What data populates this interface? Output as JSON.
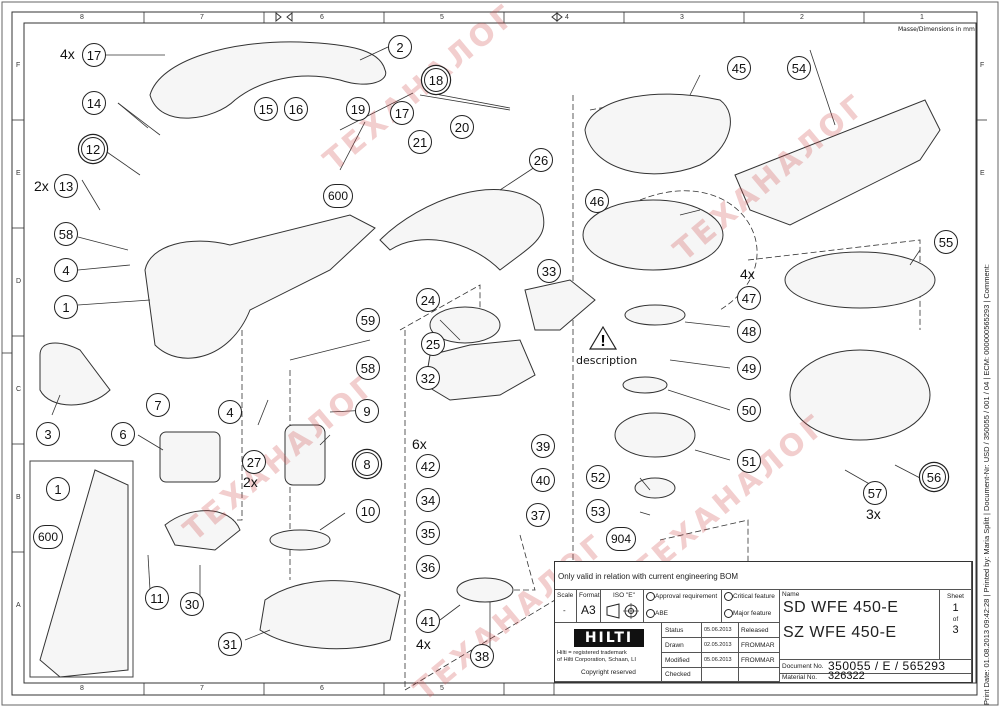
{
  "drawing": {
    "dimension_note": "Masse/Dimensions in mm",
    "column_zones": [
      "8",
      "7",
      "6",
      "5",
      "4",
      "3",
      "2",
      "1"
    ],
    "row_zones": [
      "F",
      "E",
      "D",
      "C",
      "B",
      "A"
    ],
    "warning_label": "description",
    "watermark_text": "ТЕХАНАЛОГ",
    "callouts": [
      {
        "id": "17",
        "multiplier": "4x"
      },
      {
        "id": "2"
      },
      {
        "id": "18",
        "double": true
      },
      {
        "id": "14"
      },
      {
        "id": "15"
      },
      {
        "id": "16"
      },
      {
        "id": "19"
      },
      {
        "id": "17b",
        "label": "17"
      },
      {
        "id": "21"
      },
      {
        "id": "20"
      },
      {
        "id": "12",
        "double": true
      },
      {
        "id": "13",
        "multiplier": "2x"
      },
      {
        "id": "600"
      },
      {
        "id": "26"
      },
      {
        "id": "58"
      },
      {
        "id": "4"
      },
      {
        "id": "1"
      },
      {
        "id": "24"
      },
      {
        "id": "33"
      },
      {
        "id": "59"
      },
      {
        "id": "25"
      },
      {
        "id": "58b",
        "label": "58"
      },
      {
        "id": "32"
      },
      {
        "id": "7"
      },
      {
        "id": "4b",
        "label": "4"
      },
      {
        "id": "9"
      },
      {
        "id": "3"
      },
      {
        "id": "6"
      },
      {
        "id": "27",
        "multiplier": "2x"
      },
      {
        "id": "8",
        "double": true
      },
      {
        "id": "42",
        "multiplier": "6x"
      },
      {
        "id": "39"
      },
      {
        "id": "34"
      },
      {
        "id": "40"
      },
      {
        "id": "10"
      },
      {
        "id": "35"
      },
      {
        "id": "37"
      },
      {
        "id": "36"
      },
      {
        "id": "1b",
        "label": "1"
      },
      {
        "id": "600b",
        "label": "600"
      },
      {
        "id": "11"
      },
      {
        "id": "30"
      },
      {
        "id": "31"
      },
      {
        "id": "41",
        "multiplier": "4x"
      },
      {
        "id": "38"
      },
      {
        "id": "45"
      },
      {
        "id": "54"
      },
      {
        "id": "46"
      },
      {
        "id": "55"
      },
      {
        "id": "47",
        "multiplier": "4x"
      },
      {
        "id": "48"
      },
      {
        "id": "49"
      },
      {
        "id": "50"
      },
      {
        "id": "51"
      },
      {
        "id": "52"
      },
      {
        "id": "53"
      },
      {
        "id": "904"
      },
      {
        "id": "56",
        "double": true
      },
      {
        "id": "57",
        "multiplier": "3x"
      }
    ]
  },
  "title_block": {
    "validity_note": "Only valid in relation with current engineering BOM",
    "scale_label": "Scale",
    "scale_value": "-",
    "format_label": "Format",
    "format_value": "A3",
    "iso_label": "ISO \"E\"",
    "approval_requirement": "Approval requirement",
    "abe": "ABE",
    "critical_feature": "Critical feature",
    "major_feature": "Major feature",
    "brand": "HILTI",
    "trademark_line1": "Hilti = registered trademark",
    "trademark_line2": "of Hilti Corporation, Schaan, LI",
    "copyright": "Copyright reserved",
    "rows": [
      {
        "label": "Status",
        "date": "05.06.2013",
        "value": "Released"
      },
      {
        "label": "Drawn",
        "date": "02.05.2013",
        "value": "FROMMAR"
      },
      {
        "label": "Modified",
        "date": "05.06.2013",
        "value": "FROMMAR"
      },
      {
        "label": "Checked",
        "date": "",
        "value": ""
      }
    ],
    "name_label": "Name",
    "name_line1": "SD  WFE  450-E",
    "name_line2": "SZ  WFE  450-E",
    "sheet_label": "Sheet",
    "sheet_number": "1",
    "of_label": "of",
    "sheet_total": "3",
    "document_no_label": "Document No.",
    "document_no": "350055 / E / 565293",
    "material_no_label": "Material No.",
    "material_no": "326322"
  },
  "print_info": "Print Date: 01.08.2013 09:42:28 | Printed by: Maria Splitt | Document-Nr: USD / 350055 / 001 / 04 | ECM: 000000565293 | Comment:"
}
